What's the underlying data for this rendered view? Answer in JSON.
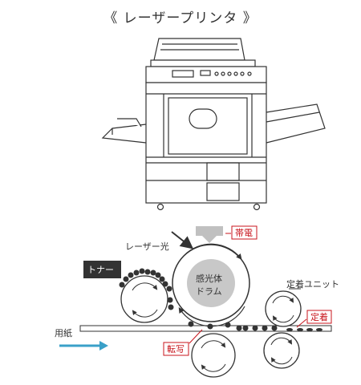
{
  "title": "《 レーザープリンタ 》",
  "labels": {
    "laser": "レーザー光",
    "charge": "帯電",
    "toner": "トナー",
    "drum_line1": "感光体",
    "drum_line2": "ドラム",
    "fuser_unit": "定着ユニット",
    "fixing": "定着",
    "paper": "用紙",
    "transfer": "転写"
  },
  "colors": {
    "line": "#333333",
    "red": "#c8161d",
    "arrow": "#3aa0c8",
    "toner_box": "#333333",
    "charger": "#c0c0c0",
    "drum": "#c8c8c8"
  }
}
